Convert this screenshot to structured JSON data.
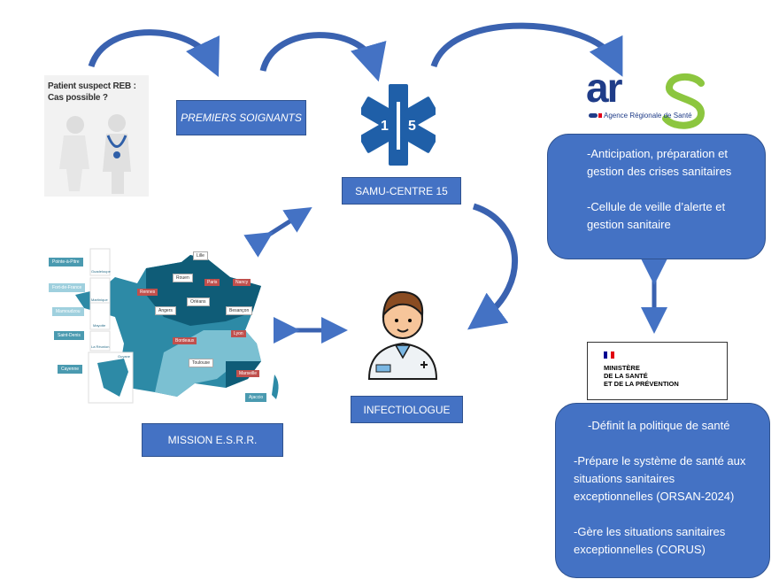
{
  "patient": {
    "caption_line1": "Patient suspect REB :",
    "caption_line2": "Cas possible ?"
  },
  "premiers": "PREMIERS SOIGNANTS",
  "samu": "SAMU-CENTRE 15",
  "star": "15",
  "ars": {
    "logo_left": "ar",
    "logo_right": "S",
    "subtitle": "Agence Régionale de Santé"
  },
  "ars_box": [
    "-Anticipation, préparation et",
    "gestion des crises sanitaires",
    "",
    "-Cellule de veille d’alerte et",
    "gestion sanitaire"
  ],
  "ministere": [
    "MINISTÈRE",
    "DE LA SANTÉ",
    "ET DE LA PRÉVENTION"
  ],
  "min_box": [
    "-Définit la politique de santé",
    "",
    "-Prépare le système de santé aux",
    "situations sanitaires",
    "exceptionnelles (ORSAN-2024)",
    "",
    "-Gère les situations sanitaires",
    "exceptionnelles (CORUS)"
  ],
  "mission": "MISSION E.S.R.R.",
  "infectiologue": "INFECTIOLOGUE",
  "map": {
    "cities": [
      "Lille",
      "Rouen",
      "Paris",
      "Nancy",
      "Rennes",
      "Angers",
      "Orléans",
      "Besançon",
      "Bordeaux",
      "Lyon",
      "Toulouse",
      "Marseille",
      "Ajaccio"
    ],
    "overseas": [
      "Pointe-à-Pitre",
      "Fort-de-France",
      "Mamoudzou",
      "Saint-Denis",
      "Cayenne"
    ],
    "territories": [
      "Guadeloupe",
      "Martinique",
      "Mayotte",
      "La Réunion",
      "Guyane"
    ]
  },
  "colors": {
    "box": "#4472c4",
    "arrow": "#4472c4",
    "ars_blue": "#1f3c88",
    "ars_green": "#8cc63f"
  }
}
